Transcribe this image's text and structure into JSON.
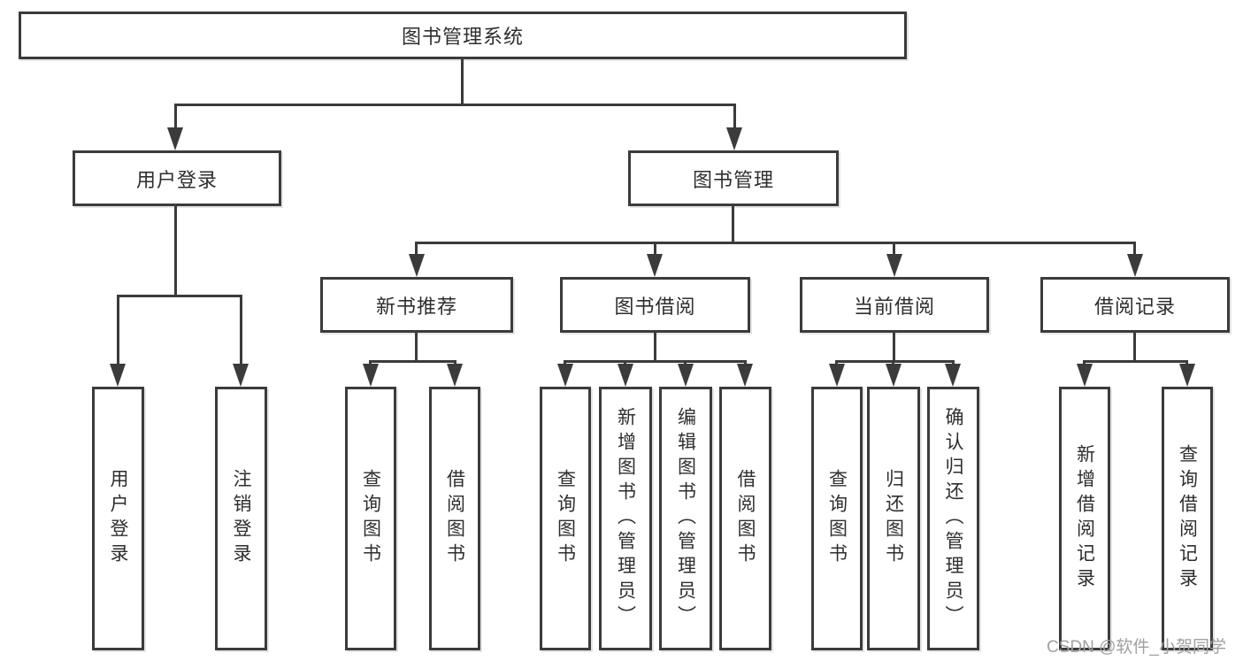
{
  "tree": {
    "label": "图书管理系统",
    "children": [
      {
        "label": "用户登录",
        "children": [
          {
            "label": "用户登录"
          },
          {
            "label": "注销登录"
          }
        ]
      },
      {
        "label": "图书管理",
        "children": [
          {
            "label": "新书推荐",
            "children": [
              {
                "label": "查询图书"
              },
              {
                "label": "借阅图书"
              }
            ]
          },
          {
            "label": "图书借阅",
            "children": [
              {
                "label": "查询图书"
              },
              {
                "label": "新增图书（管理员）"
              },
              {
                "label": "编辑图书（管理员）"
              },
              {
                "label": "借阅图书"
              }
            ]
          },
          {
            "label": "当前借阅",
            "children": [
              {
                "label": "查询图书"
              },
              {
                "label": "归还图书"
              },
              {
                "label": "确认归还（管理员）"
              }
            ]
          },
          {
            "label": "借阅记录",
            "children": [
              {
                "label": "新增借阅记录"
              },
              {
                "label": "查询借阅记录"
              }
            ]
          }
        ]
      }
    ]
  },
  "watermark": {
    "text": "CSDN @软件_小贺同学"
  },
  "colors": {
    "line": "#3b3b3b",
    "box_border": "#3b3b3b",
    "text": "#2e2e2e",
    "watermark": "#a0a0a0",
    "background": "#ffffff"
  }
}
